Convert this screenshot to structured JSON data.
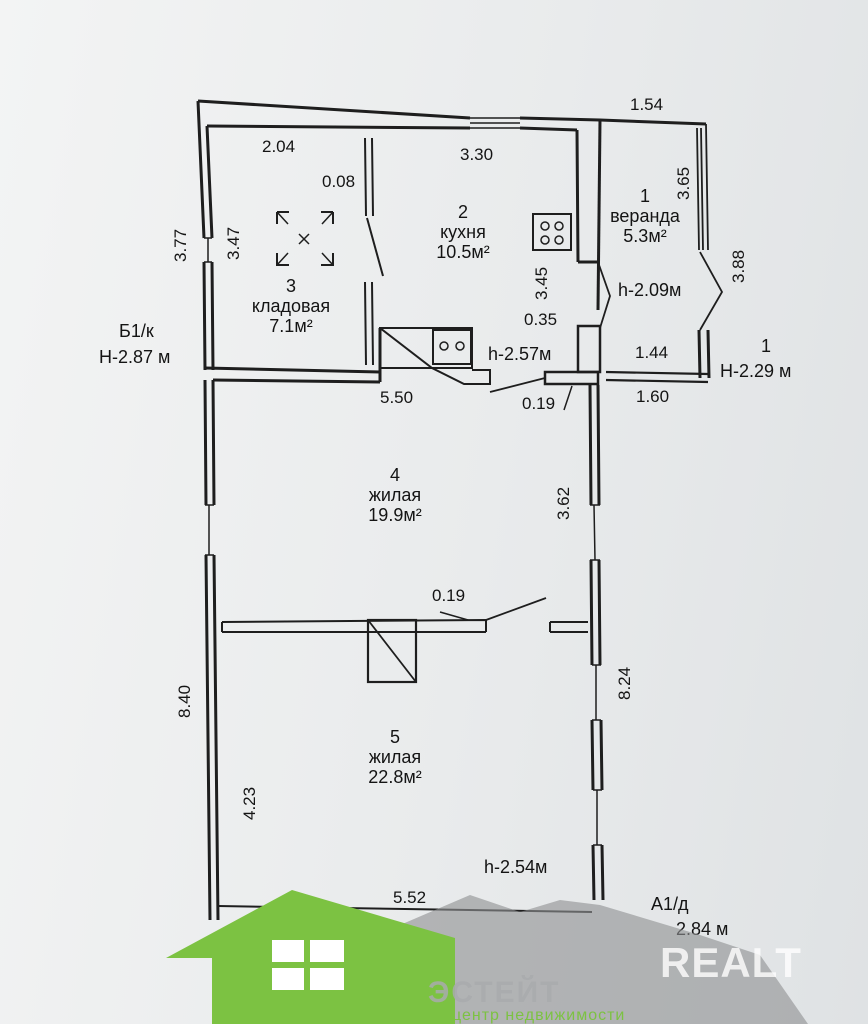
{
  "dimensions": {
    "d_1_54": "1.54",
    "d_2_04": "2.04",
    "d_3_30": "3.30",
    "d_0_08": "0.08",
    "d_3_65": "3.65",
    "d_3_77": "3.77",
    "d_3_47": "3.47",
    "d_3_45": "3.45",
    "d_3_88": "3.88",
    "d_0_35": "0.35",
    "d_5_50": "5.50",
    "d_0_19_top": "0.19",
    "d_1_44": "1.44",
    "d_1_60": "1.60",
    "d_3_62": "3.62",
    "d_0_19_mid": "0.19",
    "d_8_40": "8.40",
    "d_8_24": "8.24",
    "d_4_23": "4.23",
    "d_5_52": "5.52"
  },
  "rooms": {
    "veranda": {
      "number": "1",
      "name": "веранда",
      "area": "5.3м²"
    },
    "kitchen": {
      "number": "2",
      "name": "кухня",
      "area": "10.5м²"
    },
    "storage": {
      "number": "3",
      "name": "кладовая",
      "area": "7.1м²"
    },
    "living4": {
      "number": "4",
      "name": "жилая",
      "area": "19.9м²"
    },
    "living5": {
      "number": "5",
      "name": "жилая",
      "area": "22.8м²"
    }
  },
  "heights": {
    "veranda_h": "h-2.09м",
    "kitchen_h": "h-2.57м",
    "living5_h": "h-2.54м",
    "b1k_title": "Б1/к",
    "b1k_h": "Н-2.87 м",
    "right_num": "1",
    "right_h": "Н-2.29 м",
    "a1d_title": "А1/д",
    "a1d_h": "2.84 м"
  },
  "footer": {
    "brand": "ЭСТЕЙТ",
    "tagline": "центр недвижимости",
    "realt": "REALT",
    "house_color": "#7cc242"
  }
}
